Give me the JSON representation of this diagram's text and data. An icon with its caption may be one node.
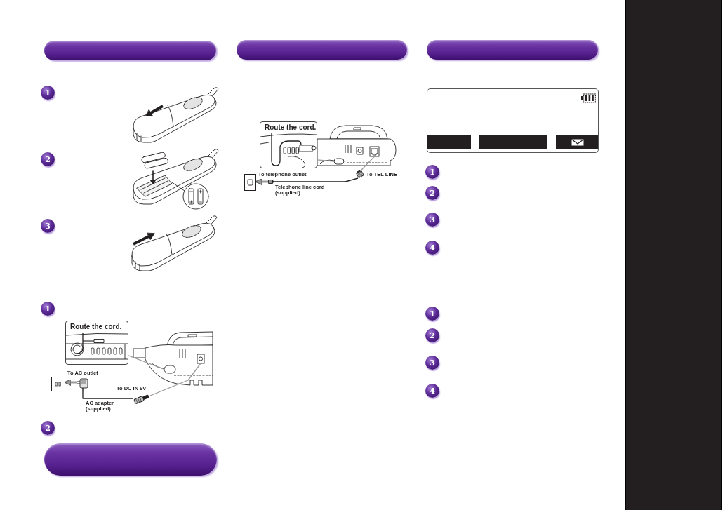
{
  "diagram": {
    "nodes": [
      {
        "text": [],
        "shape": "bar"
      },
      {
        "text": [
          "1"
        ]
      },
      {
        "text": [
          "2"
        ]
      },
      {
        "text": [
          "3"
        ]
      },
      {
        "text": [
          "1"
        ]
      },
      {
        "text": [
          "Route the cord."
        ]
      },
      {
        "text": [],
        "shape": "box"
      },
      {
        "text": [],
        "shape": "picture",
        "beside": [
          "AC adapter (supplied)"
        ]
      },
      {
        "text": [],
        "shape": "picture"
      },
      {
        "text": [],
        "shape": "picture"
      },
      {
        "text": [],
        "shape": "box",
        "in": 9
      },
      {
        "text": [],
        "shape": "box",
        "in": 9
      },
      {
        "text": [
          "2"
        ]
      },
      {
        "text": [],
        "shape": "bar"
      },
      {
        "text": [],
        "shape": "bar"
      },
      {
        "text": [
          "Route the cord."
        ]
      },
      {
        "text": [],
        "shape": "box"
      },
      {
        "text": [],
        "shape": "picture"
      },
      {
        "text": [],
        "shape": "picture"
      },
      {
        "text": [],
        "shape": "picture"
      },
      {
        "text": [],
        "shape": "box",
        "in": 19
      },
      {
        "text": [],
        "shape": "box",
        "in": 19
      },
      {
        "text": [],
        "shape": "bar"
      },
      {
        "text": [],
        "shape": "box"
      },
      {
        "text": [],
        "shape": "bar",
        "in": 23
      },
      {
        "text": [],
        "shape": "bar",
        "in": 23
      },
      {
        "text": [],
        "shape": "bar",
        "in": 23
      },
      {
        "text": [
          "1"
        ]
      },
      {
        "text": [
          "2"
        ]
      },
      {
        "text": [
          "3"
        ]
      },
      {
        "text": [
          "4"
        ]
      },
      {
        "text": [
          "1"
        ]
      },
      {
        "text": [
          "2"
        ]
      },
      {
        "text": [
          "3"
        ]
      },
      {
        "text": [
          "4"
        ]
      },
      {
        "text": [],
        "shape": "band"
      }
    ],
    "edges": [
      {
        "from": 7,
        "to": 6,
        "arrow": "to",
        "label": "To AC outlet",
        "style": "thick"
      },
      {
        "from": 7,
        "to": 8,
        "arrow": "none",
        "color": "#231f20"
      },
      {
        "from": 8,
        "to": 10,
        "arrow": "none",
        "label": "To DC IN 9V"
      },
      {
        "from": 5,
        "to": 11,
        "arrow": "none"
      },
      {
        "from": 17,
        "to": 16,
        "arrow": "to",
        "label": "To telephone outlet",
        "style": "thick"
      },
      {
        "from": 17,
        "to": 18,
        "arrow": "none",
        "label": "Telephone line cord (supplied)",
        "color": "#231f20"
      },
      {
        "from": 18,
        "to": 20,
        "arrow": "none",
        "label": "To TEL LINE"
      },
      {
        "from": 15,
        "to": 21,
        "arrow": "none"
      }
    ]
  }
}
